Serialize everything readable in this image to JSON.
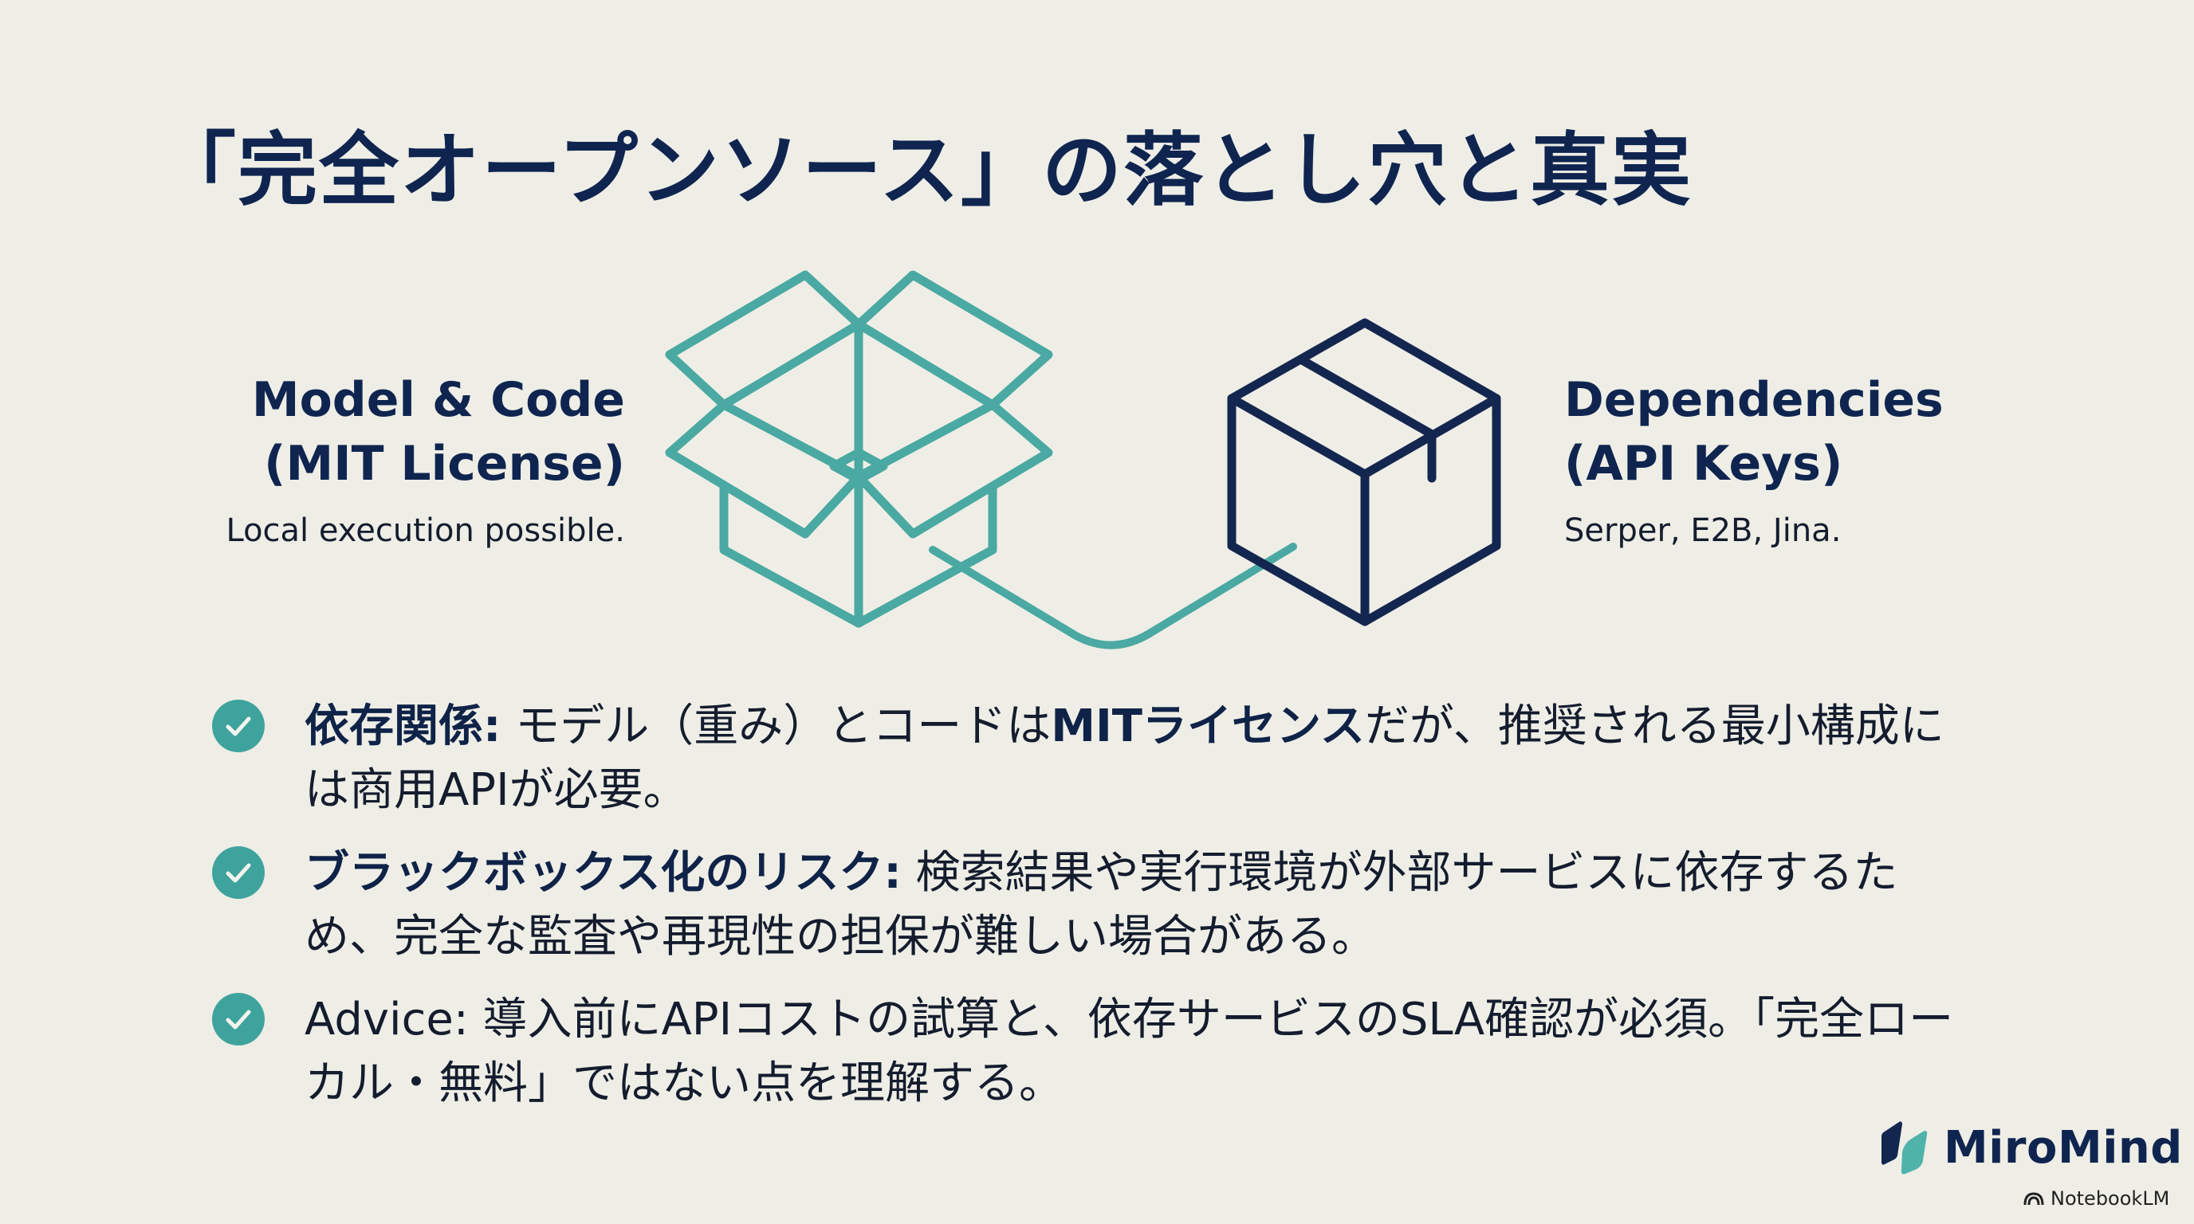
{
  "slide": {
    "title": "「完全オープンソース」の落とし穴と真実"
  },
  "diagram": {
    "left": {
      "heading_line1": "Model & Code",
      "heading_line2": "(MIT License)",
      "subtitle": "Local execution possible.",
      "icon": "open-box-icon"
    },
    "right": {
      "heading_line1": "Dependencies",
      "heading_line2": "(API Keys)",
      "subtitle": "Serper, E2B, Jina.",
      "icon": "closed-box-icon"
    },
    "connector": "cable-connector",
    "colors": {
      "teal": "#4aa9a2",
      "navy": "#13264f"
    }
  },
  "bullets": [
    {
      "icon": "check-circle-icon",
      "label": "依存関係:",
      "text_a": " モデル（重み）とコードは",
      "emphasis": "MITライセンス",
      "text_b": "だが、推奨される最小構成には商用APIが必要。"
    },
    {
      "icon": "check-circle-icon",
      "label": "ブラックボックス化のリスク:",
      "text": " 検索結果や実行環境が外部サービスに依存するため、完全な監査や再現性の担保が難しい場合がある。"
    },
    {
      "icon": "check-circle-icon",
      "label": "Advice:",
      "text": " 導入前にAPIコストの試算と、依存サービスのSLA確認が必須。「完全ローカル・無料」ではない点を理解する。"
    }
  ],
  "branding": {
    "logo_name": "MiroMind",
    "logo_colors": {
      "dark": "#13264f",
      "teal": "#4fb3aa"
    },
    "watermark": "NotebookLM"
  }
}
